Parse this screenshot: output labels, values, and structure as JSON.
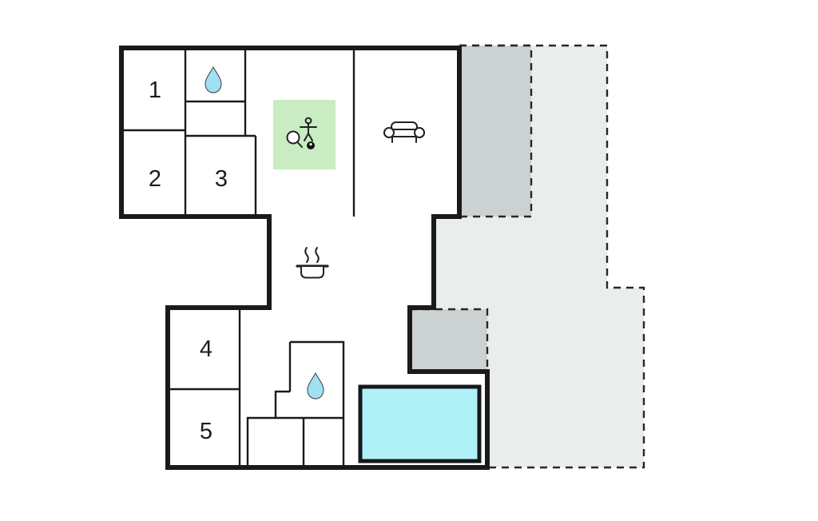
{
  "plan": {
    "type": "floor-plan",
    "rooms": [
      {
        "id": "room-1",
        "label": "1"
      },
      {
        "id": "room-2",
        "label": "2"
      },
      {
        "id": "room-3",
        "label": "3"
      },
      {
        "id": "room-4",
        "label": "4"
      },
      {
        "id": "room-5",
        "label": "5"
      }
    ],
    "icons": [
      {
        "name": "water-drop-icon"
      },
      {
        "name": "table-tennis-icon"
      },
      {
        "name": "sofa-icon"
      },
      {
        "name": "cooking-pot-icon"
      },
      {
        "name": "water-drop-icon"
      }
    ],
    "colors": {
      "wall": "#1a1a1a",
      "activity_zone_green": "#c9ecc2",
      "pool_water": "#b0f1f7",
      "terrace_light": "#e9edec",
      "terrace_dark": "#ccd2d1",
      "water_drop": "#9fe0f2"
    }
  }
}
